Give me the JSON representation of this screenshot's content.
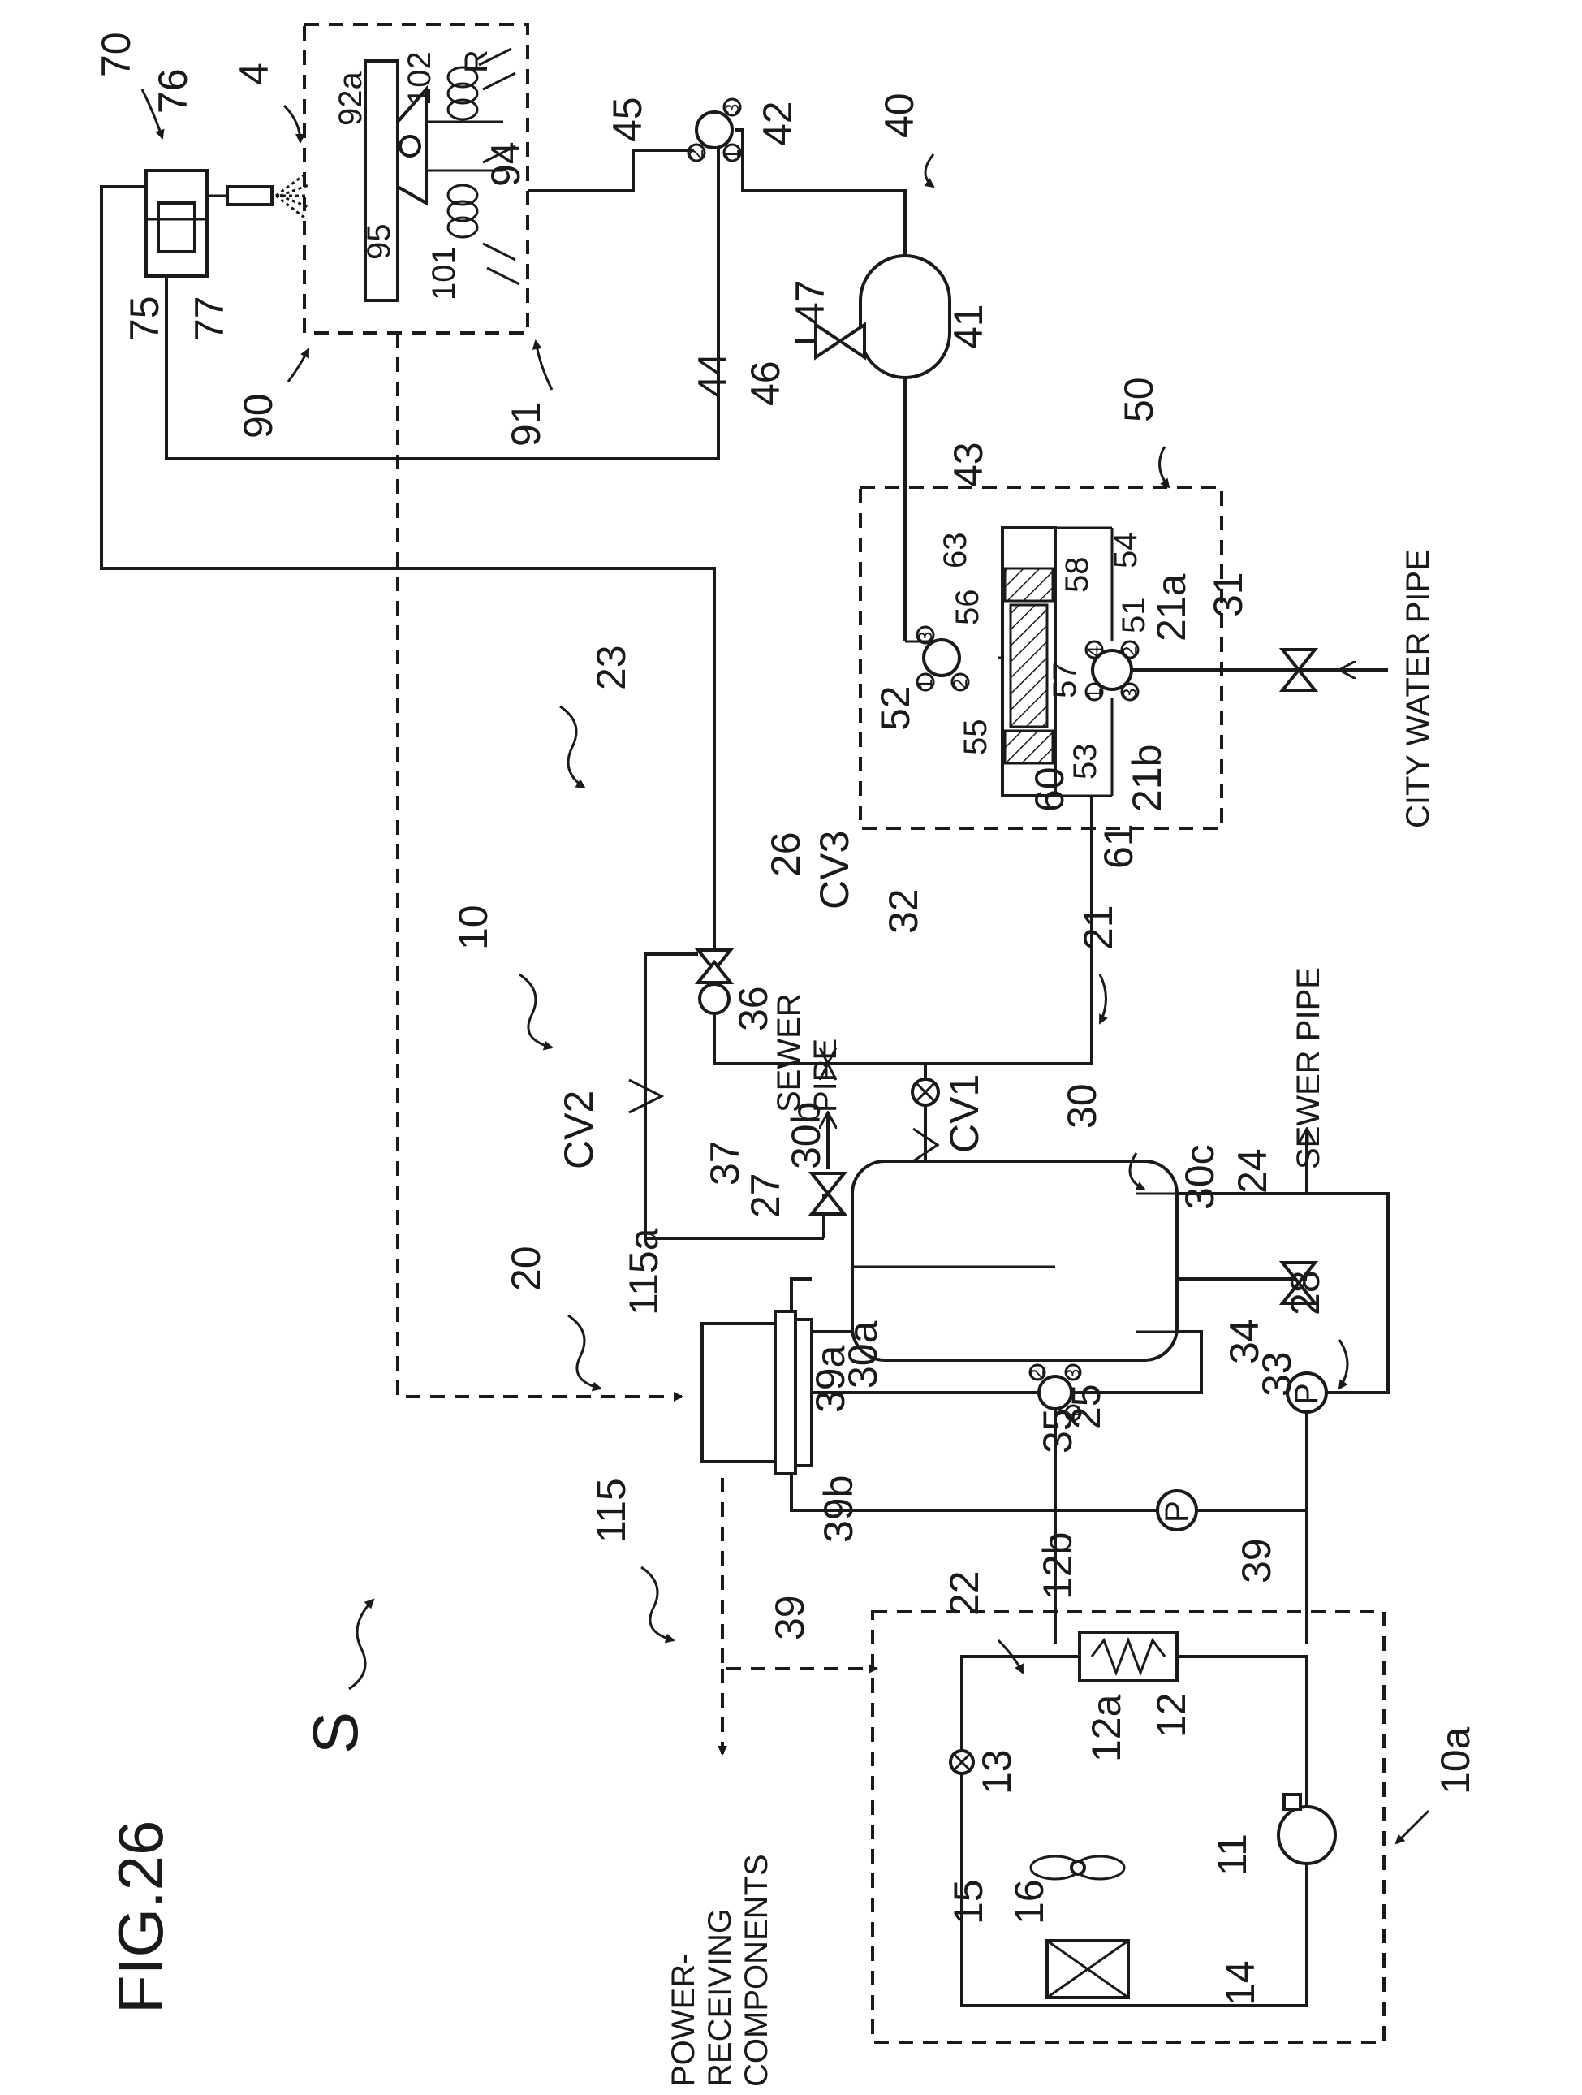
{
  "figure": {
    "title": "FIG.26",
    "system": "S"
  },
  "text_labels": {
    "power_receiving": [
      "POWER-",
      "RECEIVING",
      "COMPONENTS"
    ],
    "city_water_pipe": "CITY WATER PIPE",
    "sewer_pipe_right": "SEWER PIPE",
    "sewer_pipe_top": [
      "SEWER",
      "PIPE"
    ]
  },
  "reference_numerals": {
    "n4": "4",
    "n10": "10",
    "n10a": "10a",
    "n11": "11",
    "n12": "12",
    "n12a": "12a",
    "n12b": "12b",
    "n13": "13",
    "n14": "14",
    "n15": "15",
    "n16": "16",
    "n20": "20",
    "n21": "21",
    "n21a": "21a",
    "n21b": "21b",
    "n22": "22",
    "n23": "23",
    "n24": "24",
    "n25": "25",
    "n26": "26",
    "n27": "27",
    "n28": "28",
    "n30": "30",
    "n30a": "30a",
    "n30b": "30b",
    "n30c": "30c",
    "n31": "31",
    "n32": "32",
    "n33": "33",
    "n34": "34",
    "n35": "35",
    "n36": "36",
    "n37": "37",
    "n39": "39",
    "n39a": "39a",
    "n39b": "39b",
    "n39p": "39",
    "n40": "40",
    "n41": "41",
    "n42": "42",
    "n43": "43",
    "n44": "44",
    "n45": "45",
    "n46": "46",
    "n47": "47",
    "n50": "50",
    "n51": "51",
    "n52": "52",
    "n53": "53",
    "n54": "54",
    "n55": "55",
    "n56": "56",
    "n57": "57",
    "n58": "58",
    "n60": "60",
    "n61": "61",
    "n63": "63",
    "n70": "70",
    "n75": "75",
    "n76": "76",
    "n77": "77",
    "n90": "90",
    "n91": "91",
    "n92a": "92a",
    "n94": "94",
    "n95": "95",
    "n101": "101",
    "n102": "102",
    "nR": "R",
    "n115": "115",
    "n115a": "115a",
    "cv1": "CV1",
    "cv2": "CV2",
    "cv3": "CV3",
    "pump": "P"
  },
  "port_marks": {
    "p1": "1",
    "p2": "2",
    "p3": "3",
    "p4": "4"
  }
}
